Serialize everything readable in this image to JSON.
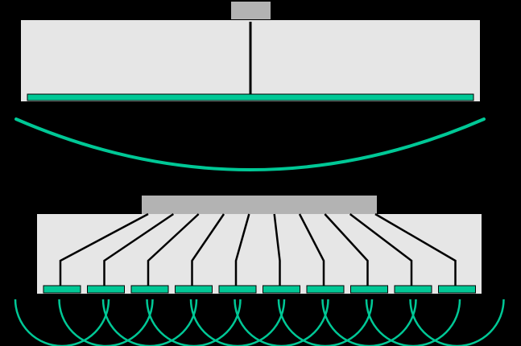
{
  "colors": {
    "background": "#000000",
    "housing": "#e6e6e6",
    "connector": "#b3b3b3",
    "element": "#00c896",
    "wire": "#000000",
    "wavefront": "#00c896"
  },
  "upper_transducer": {
    "element_count": 1,
    "wavefront_shape": "single curved wavefront"
  },
  "lower_transducer": {
    "element_count": 10,
    "wavefront_shape": "overlapping circular wavelets"
  }
}
